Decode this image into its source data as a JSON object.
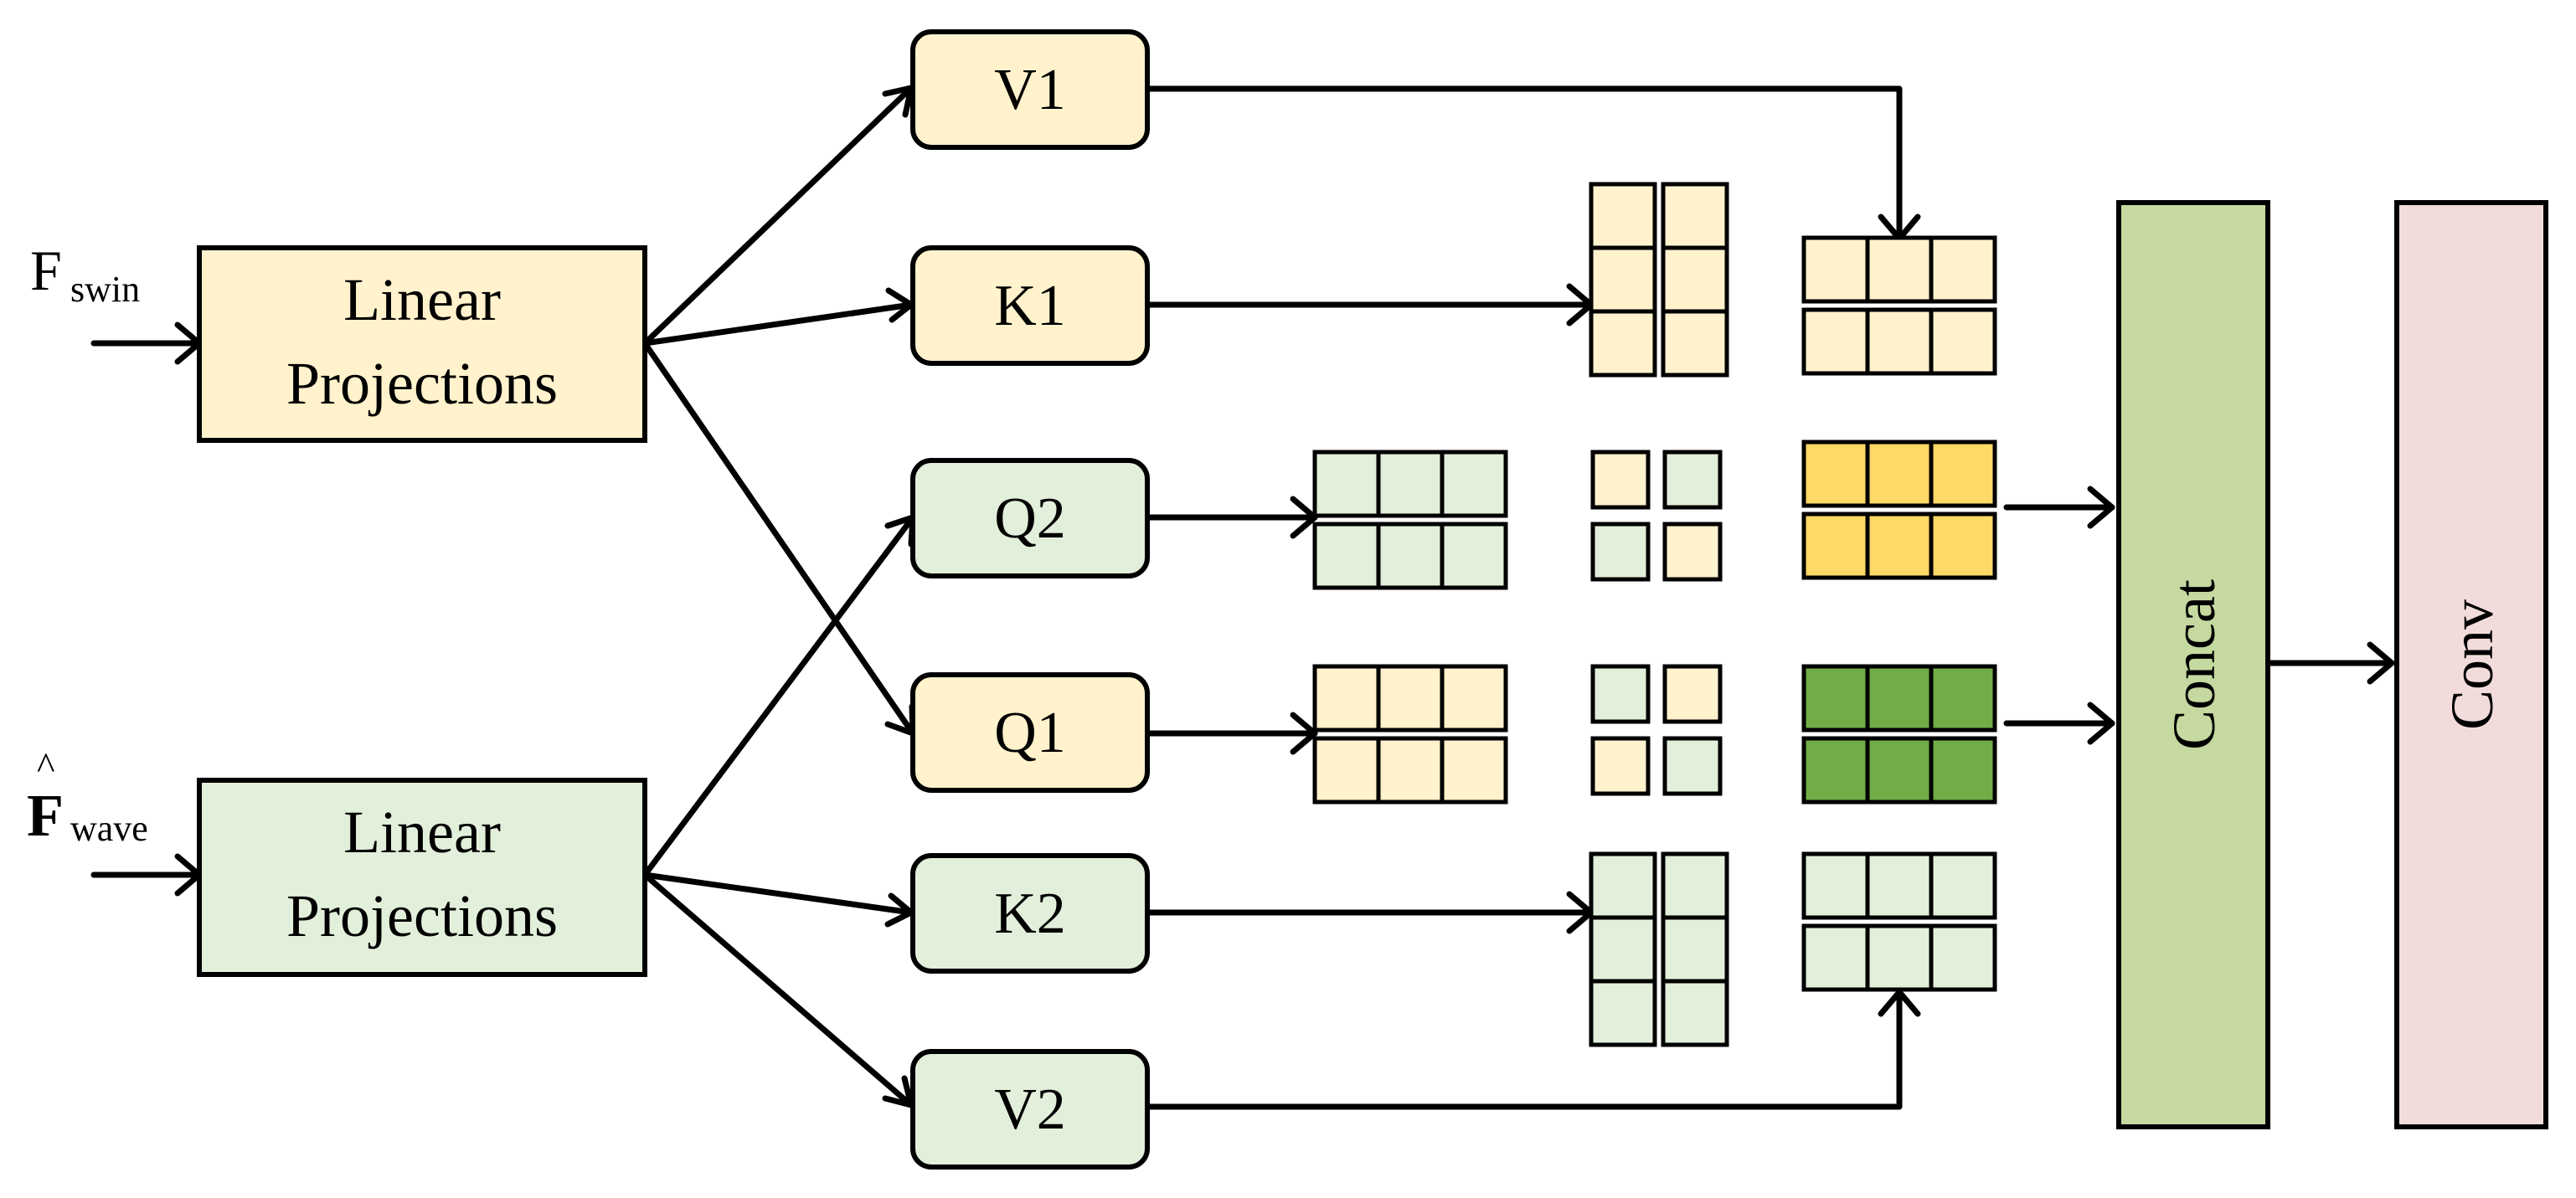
{
  "inputs": {
    "swin": {
      "base": "F",
      "sub": "swin"
    },
    "wave": {
      "base": "F",
      "hat": "^",
      "sub": "wave"
    }
  },
  "projections": {
    "top": {
      "line1": "Linear",
      "line2": "Projections"
    },
    "bottom": {
      "line1": "Linear",
      "line2": "Projections"
    }
  },
  "nodes": {
    "v1": "V1",
    "k1": "K1",
    "q2": "Q2",
    "q1": "Q1",
    "k2": "K2",
    "v2": "V2"
  },
  "concat": "Concat",
  "conv": "Conv",
  "colors": {
    "yellow_light": "#FFF2CC",
    "green_light": "#E2EFDA",
    "yellow_dark": "#FFD966",
    "green_dark": "#70AD47",
    "concat_fill": "#C5D9A0",
    "conv_fill": "#F2DCDB",
    "stroke": "#000000"
  }
}
